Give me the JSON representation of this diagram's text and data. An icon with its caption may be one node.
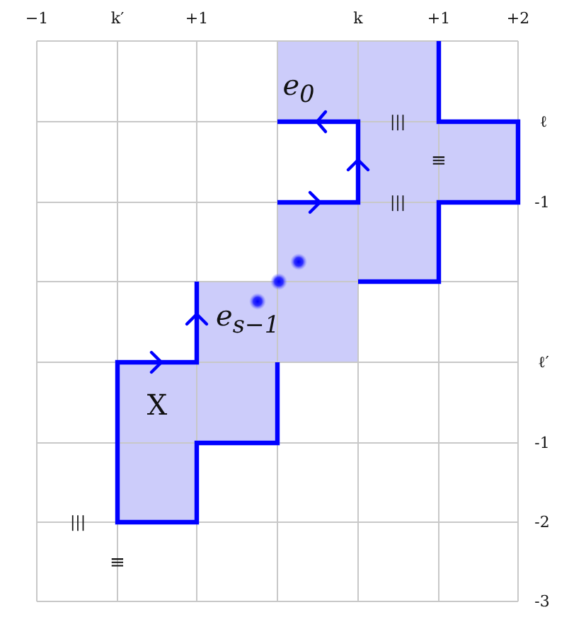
{
  "diagram": {
    "labels": [
      "−1",
      "k′",
      "+1",
      "k",
      "+1",
      "+2",
      "e$_{0}$",
      "|||",
      "ℓ",
      "≡",
      "|||",
      "-1",
      "e$_{s−1}$",
      "ℓ′",
      "X",
      "-1",
      "|||",
      "-2",
      "≡",
      "-3"
    ]
  }
}
